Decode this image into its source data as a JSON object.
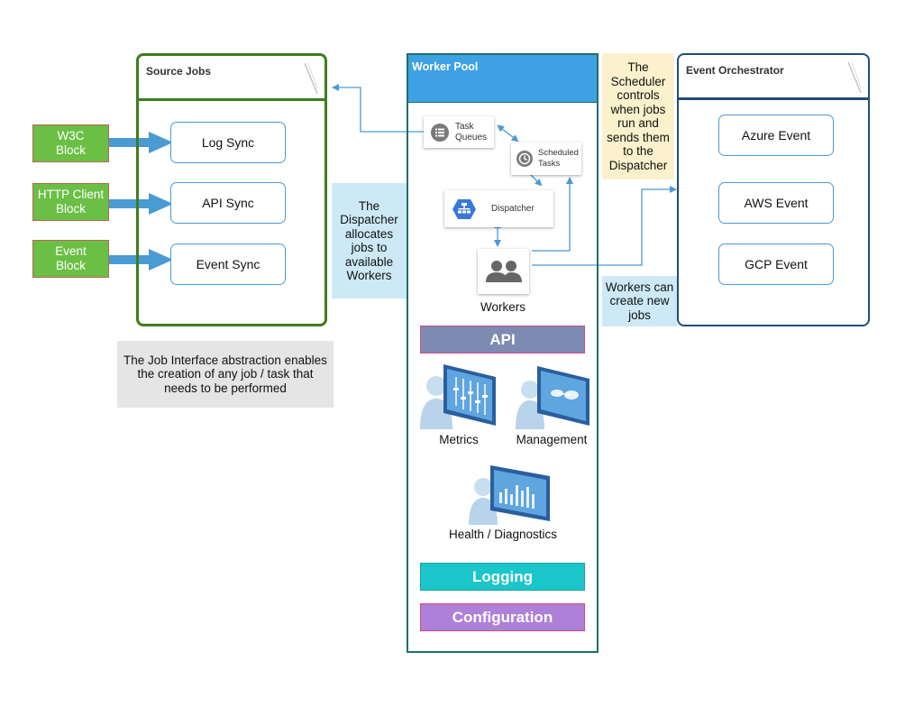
{
  "source_jobs": {
    "title": "Source Jobs",
    "jobs": [
      "Log Sync",
      "API Sync",
      "Event Sync"
    ]
  },
  "blocks": [
    "W3C\nBlock",
    "HTTP Client\nBlock",
    "Event\nBlock"
  ],
  "job_interface_note": "The Job Interface abstraction enables the creation of any job / task that needs to be performed",
  "dispatcher_note": "The\nDispatcher\nallocates\njobs to\navailable\nWorkers",
  "worker_pool": {
    "title": "Worker Pool",
    "task_queues": "Task\nQueues",
    "scheduled_tasks": "Scheduled\nTasks",
    "dispatcher": "Dispatcher",
    "workers": "Workers",
    "api": "API",
    "metrics": "Metrics",
    "management": "Management",
    "health": "Health / Diagnostics",
    "logging": "Logging",
    "configuration": "Configuration"
  },
  "scheduler_note": "The\nScheduler\ncontrols\nwhen jobs\nrun and\nsends them\nto the\nDispatcher",
  "workers_note": "Workers can\ncreate new\njobs",
  "event_orchestrator": {
    "title": "Event Orchestrator",
    "events": [
      "Azure Event",
      "AWS Event",
      "GCP Event"
    ]
  },
  "colors": {
    "green_border": "#3f7d1c",
    "teal_border": "#1f6e6a",
    "navy_border": "#1e4d7d",
    "block_green": "#6bbf45",
    "arrow_blue": "#4a9ad4",
    "api_bar": "#7d8bb2",
    "logging_bar": "#1ac6c9",
    "config_bar": "#ae80d8"
  }
}
